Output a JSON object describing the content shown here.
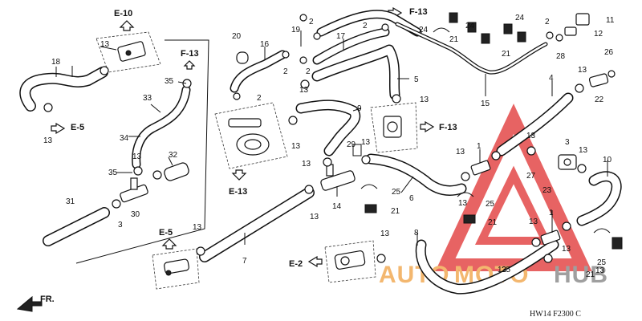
{
  "references": {
    "e10": "E-10",
    "f13a": "F-13",
    "f13b": "F-13",
    "f13c": "F-13",
    "e5a": "E-5",
    "e5b": "E-5",
    "e13": "E-13",
    "e2": "E-2",
    "fr": "FR."
  },
  "callouts": [
    "1",
    "1",
    "2",
    "2",
    "2",
    "2",
    "2",
    "2",
    "3",
    "3",
    "4",
    "5",
    "6",
    "7",
    "8",
    "9",
    "10",
    "11",
    "12",
    "13",
    "13",
    "13",
    "13",
    "13",
    "13",
    "13",
    "13",
    "13",
    "13",
    "13",
    "13",
    "13",
    "13",
    "13",
    "13",
    "13",
    "13",
    "13",
    "13",
    "14",
    "15",
    "16",
    "17",
    "18",
    "19",
    "20",
    "21",
    "21",
    "21",
    "21",
    "21",
    "22",
    "23",
    "24",
    "24",
    "24",
    "25",
    "25",
    "25",
    "25",
    "26",
    "27",
    "28",
    "29",
    "30",
    "31",
    "32",
    "33",
    "34",
    "35",
    "35"
  ],
  "footer_code": "HW14  F2300 C",
  "watermark": {
    "text_a": "AUTO",
    "text_b": "MOTO",
    "text_c": "HUB",
    "color_orange": "#f0a040",
    "color_red": "#e03030",
    "color_gray": "#808080"
  }
}
